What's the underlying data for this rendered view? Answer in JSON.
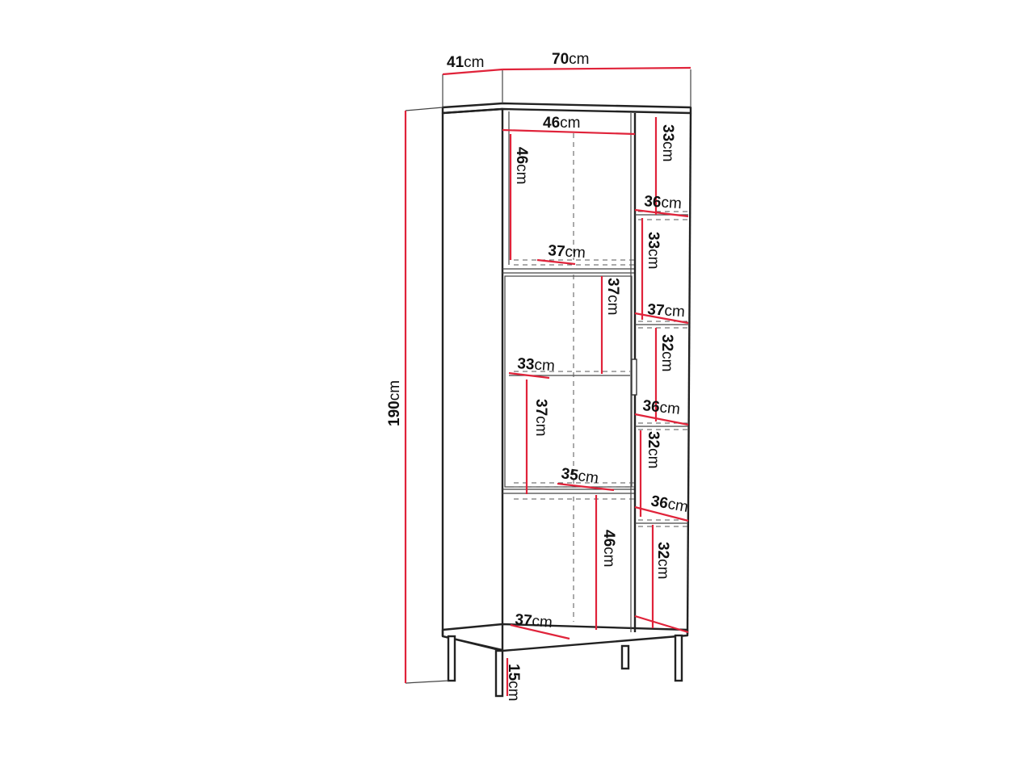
{
  "colors": {
    "dimension_line": "#e0233a",
    "outline": "#222222",
    "background": "#ffffff"
  },
  "dimensions": {
    "depth": {
      "value": "41",
      "unit": "cm"
    },
    "width": {
      "value": "70",
      "unit": "cm"
    },
    "height": {
      "value": "190",
      "unit": "cm"
    },
    "leg": {
      "value": "15",
      "unit": "cm"
    },
    "left_top_width": {
      "value": "46",
      "unit": "cm"
    },
    "left_top_height": {
      "value": "46",
      "unit": "cm"
    },
    "left_shelf1_depth": {
      "value": "37",
      "unit": "cm"
    },
    "left_mid_height": {
      "value": "37",
      "unit": "cm"
    },
    "left_mid_depth": {
      "value": "33",
      "unit": "cm"
    },
    "left_low_height": {
      "value": "37",
      "unit": "cm"
    },
    "left_shelf2_depth": {
      "value": "35",
      "unit": "cm"
    },
    "left_bottom_height": {
      "value": "46",
      "unit": "cm"
    },
    "left_bottom_depth": {
      "value": "37",
      "unit": "cm"
    },
    "right_top_height": {
      "value": "33",
      "unit": "cm"
    },
    "right_shelf1_depth": {
      "value": "36",
      "unit": "cm"
    },
    "right_h2": {
      "value": "33",
      "unit": "cm"
    },
    "right_shelf2_depth": {
      "value": "37",
      "unit": "cm"
    },
    "right_h3": {
      "value": "32",
      "unit": "cm"
    },
    "right_shelf3_depth": {
      "value": "36",
      "unit": "cm"
    },
    "right_h4": {
      "value": "32",
      "unit": "cm"
    },
    "right_shelf4_depth": {
      "value": "36",
      "unit": "cm"
    },
    "right_h5": {
      "value": "32",
      "unit": "cm"
    }
  }
}
